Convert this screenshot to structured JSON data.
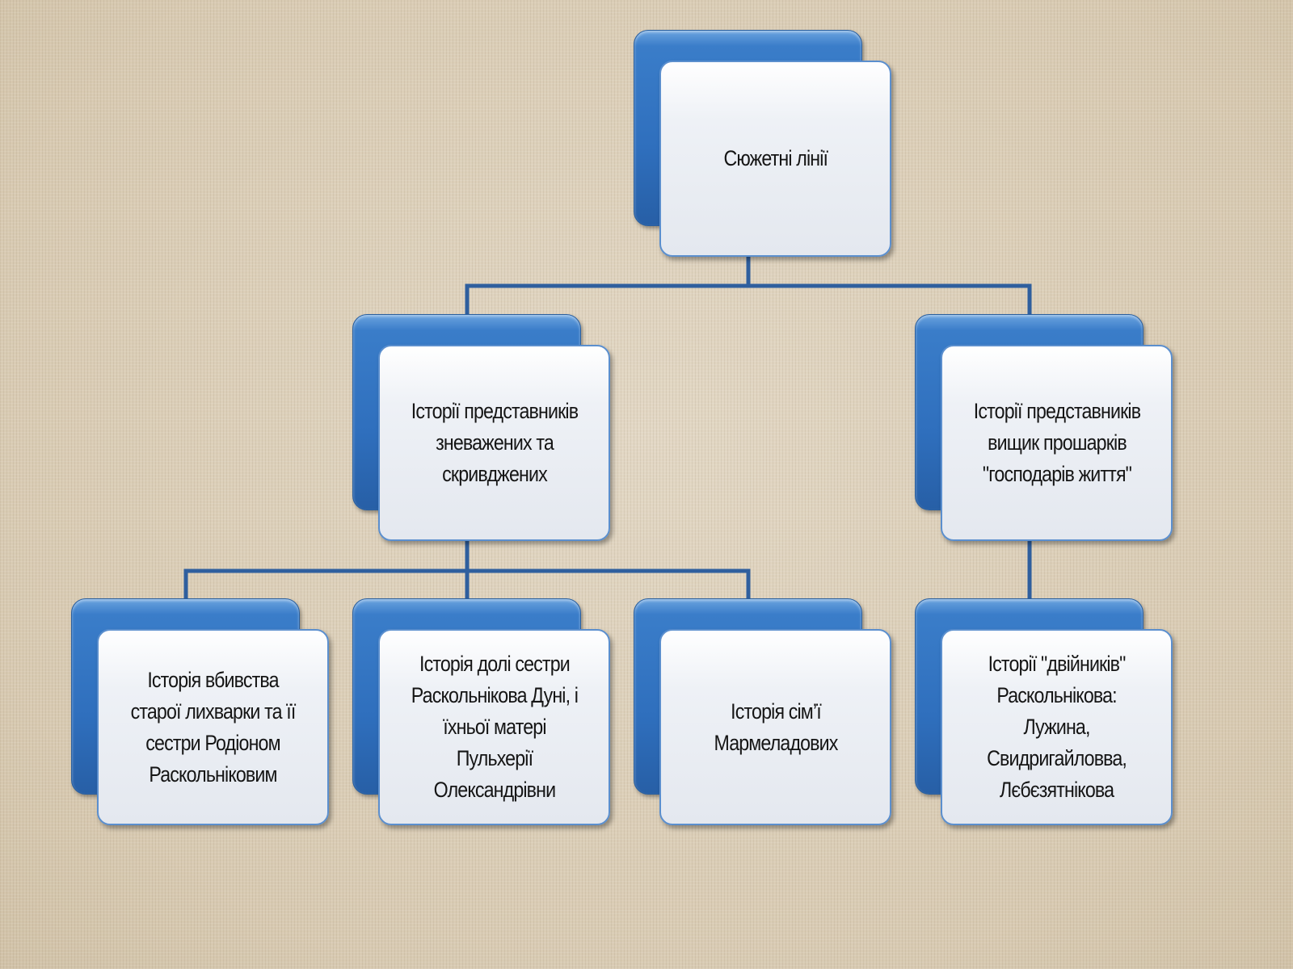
{
  "diagram": {
    "root": {
      "label": "Сюжетні лінії"
    },
    "branch_left": {
      "label": "Історії представників\nзневажених та\nскривджених"
    },
    "branch_right": {
      "label": "Історії представників\nвищик прошарків\n\"господарів життя\""
    },
    "leaf_1": {
      "label": "Історія вбивства\nстарої лихварки та її\nсестри Родіоном\nРаскольніковим"
    },
    "leaf_2": {
      "label": "Історія долі сестри\nРаскольнікова Дуні, і\nїхньої матері\nПульхерії\nОлександрівни"
    },
    "leaf_3": {
      "label": "Історія сім’ї\nМармеладових"
    },
    "leaf_4": {
      "label": "Історії \"двійників\"\nРаскольнікова:\nЛужина,\nСвидригайловва,\nЛєбєзятнікова"
    },
    "colors": {
      "background": "#ddd0bb",
      "box_back": "#2f6fbd",
      "box_front": "#e8ecf2",
      "box_border": "#5b8fce",
      "connector": "#2f5f9e"
    }
  }
}
